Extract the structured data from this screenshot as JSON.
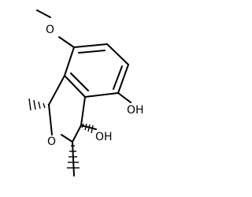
{
  "molecule": {
    "atom_labels": {
      "methoxy_oxygen": "O",
      "ring_oxygen": "O",
      "phenol_hydroxyl": "OH",
      "alcohol_hydroxyl": "OH"
    },
    "colors": {
      "bond": "#000000",
      "label": "#000000",
      "background": "#ffffff"
    }
  }
}
